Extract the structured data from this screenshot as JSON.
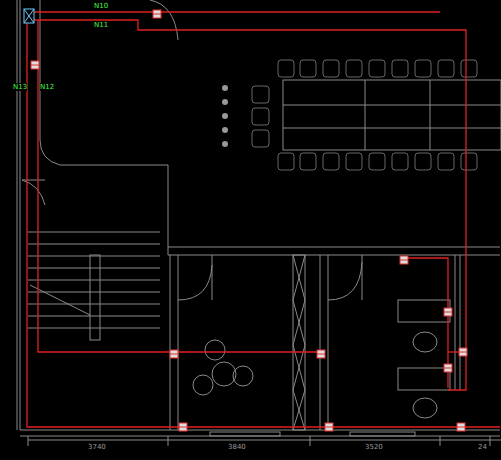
{
  "diagram": {
    "labels": [
      "N10",
      "N11",
      "N13",
      "N12",
      "3740",
      "3840",
      "3520",
      "24"
    ]
  }
}
